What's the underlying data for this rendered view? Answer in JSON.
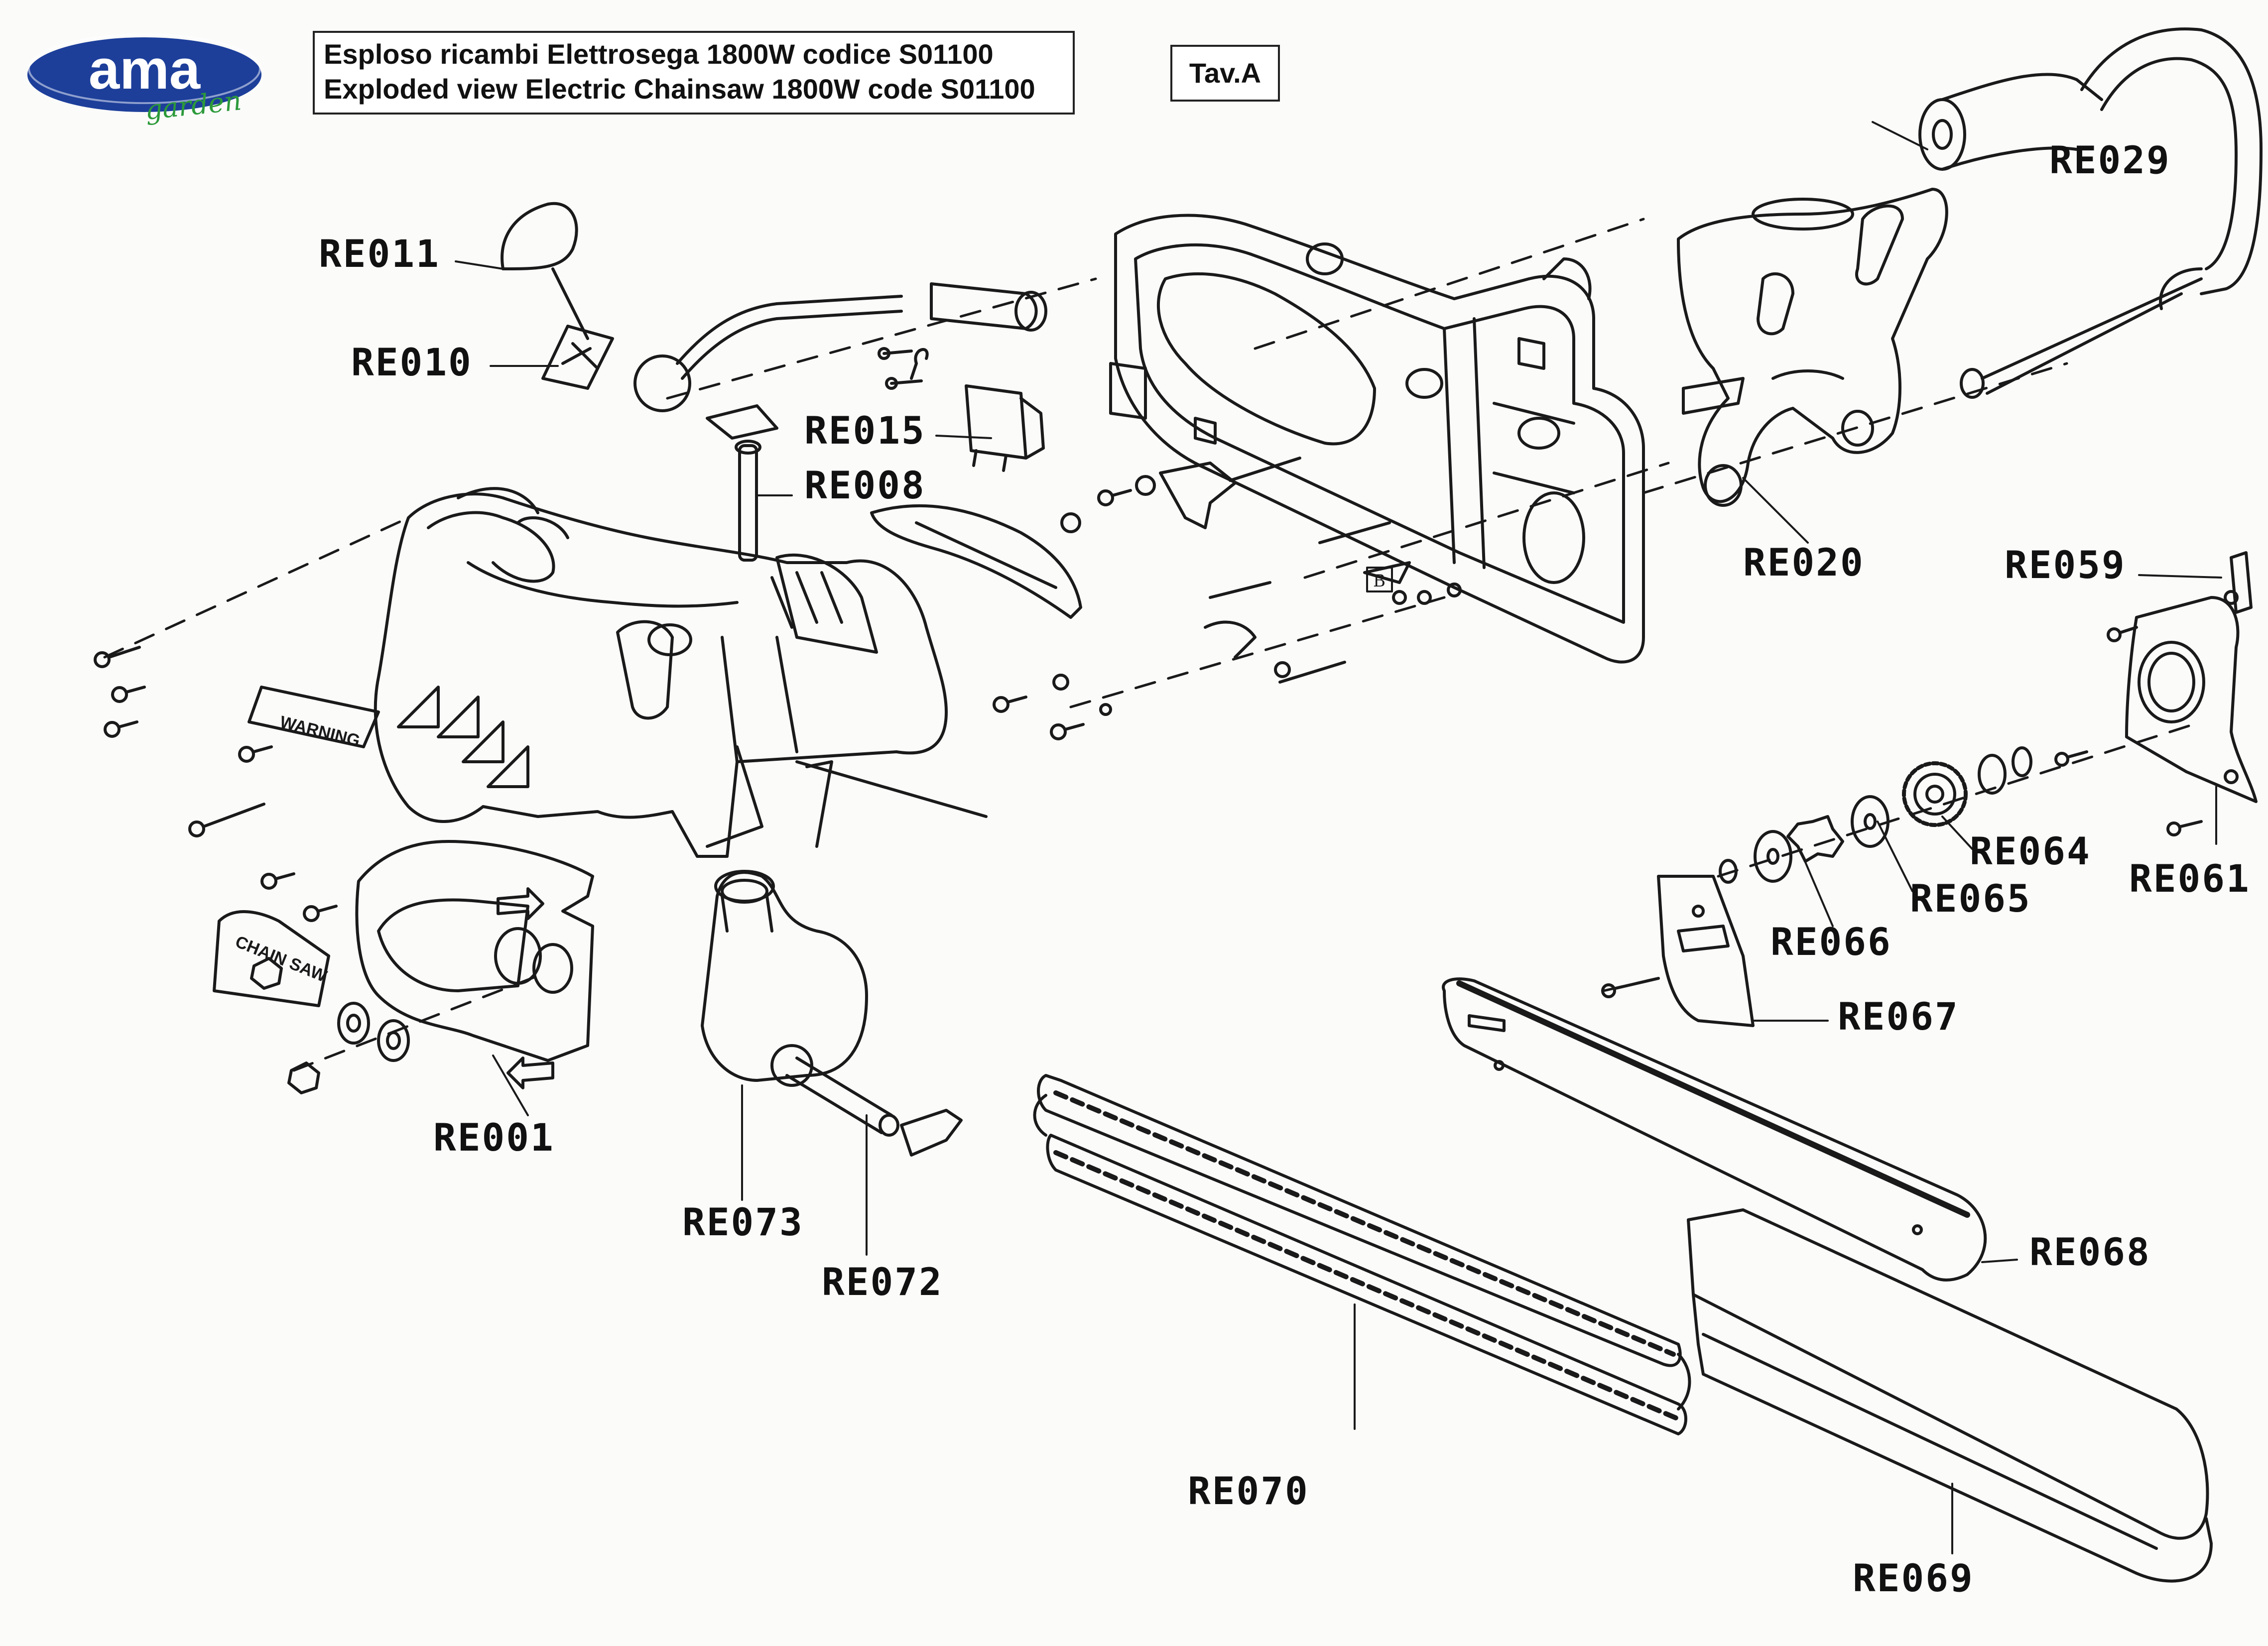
{
  "header": {
    "logo_text": "ama",
    "logo_subtext": "garden",
    "title_it": "Esploso ricambi Elettrosega 1800W codice S01100",
    "title_en": "Exploded view Electric Chainsaw 1800W code S01100",
    "table_id": "Tav.A"
  },
  "colors": {
    "logo_blue": "#1d3f9a",
    "logo_green": "#2c9a3a",
    "line": "#1a1a1a"
  },
  "parts": [
    {
      "code": "RE011"
    },
    {
      "code": "RE010"
    },
    {
      "code": "RE015"
    },
    {
      "code": "RE008"
    },
    {
      "code": "RE029"
    },
    {
      "code": "RE020"
    },
    {
      "code": "RE059"
    },
    {
      "code": "RE064"
    },
    {
      "code": "RE061"
    },
    {
      "code": "RE065"
    },
    {
      "code": "RE066"
    },
    {
      "code": "RE067"
    },
    {
      "code": "RE068"
    },
    {
      "code": "RE001"
    },
    {
      "code": "RE073"
    },
    {
      "code": "RE072"
    },
    {
      "code": "RE070"
    },
    {
      "code": "RE069"
    }
  ],
  "decals": {
    "warning": "WARNING",
    "chain_saw": "CHAIN SAW",
    "marker_b": "B"
  }
}
